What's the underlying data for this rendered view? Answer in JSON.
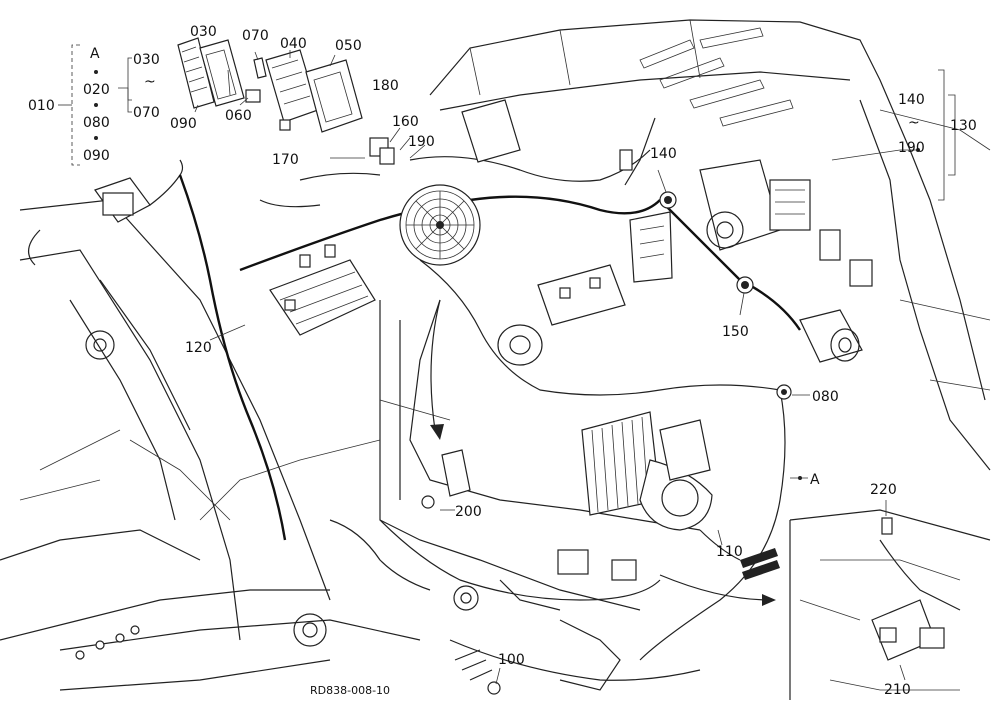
{
  "labels": {
    "l010": "010",
    "lA_top": "A",
    "l020": "020",
    "l080_list": "080",
    "l090_list": "090",
    "l030a": "030",
    "ltilde_a": "~",
    "l070a": "070",
    "l030": "030",
    "l070": "070",
    "l040": "040",
    "l050": "050",
    "l090": "090",
    "l060": "060",
    "l180": "180",
    "l160": "160",
    "l190": "190",
    "l170": "170",
    "l140_range": "140",
    "ltilde_b": "~",
    "l190_range": "190",
    "l130": "130",
    "l140": "140",
    "l150": "150",
    "l120": "120",
    "l080": "080",
    "lA": "A",
    "l200": "200",
    "l110": "110",
    "l220": "220",
    "l210": "210",
    "l100": "100",
    "drawing_code": "RD838-008-10"
  }
}
